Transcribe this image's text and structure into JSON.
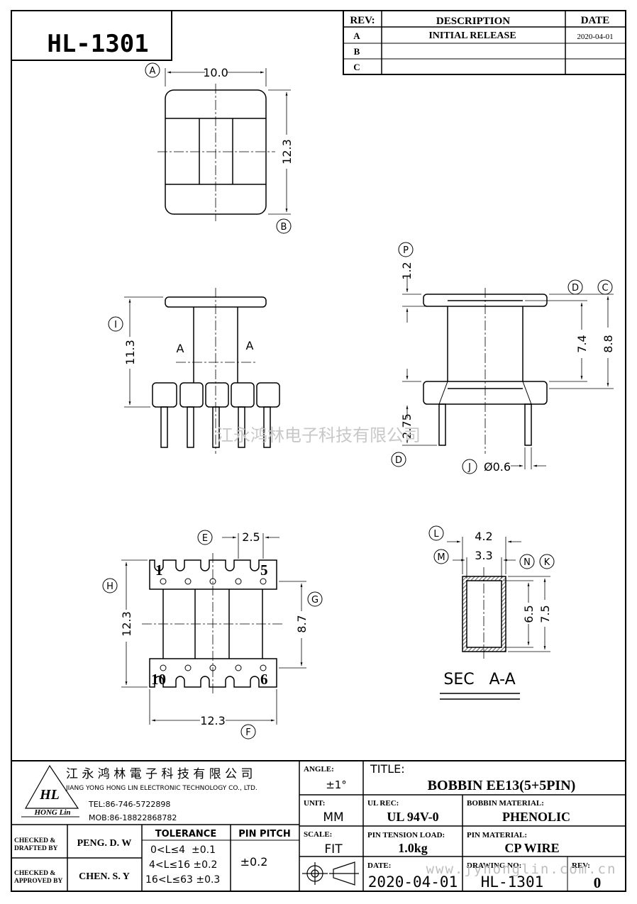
{
  "drawing": {
    "part_number": "HL-1301",
    "revision_table": {
      "headers": {
        "rev": "REV:",
        "description": "DESCRIPTION",
        "date": "DATE"
      },
      "rows": [
        {
          "rev": "A",
          "description": "INITIAL RELEASE",
          "date": "2020-04-01"
        },
        {
          "rev": "B",
          "description": "",
          "date": ""
        },
        {
          "rev": "C",
          "description": "",
          "date": ""
        }
      ]
    },
    "watermark": "江永鸿林电子科技有限公司",
    "views": {
      "top": {
        "width": "10.0",
        "height": "12.3",
        "callouts": [
          "A",
          "B"
        ]
      },
      "front": {
        "height": "11.3",
        "section_marks": [
          "A",
          "A"
        ],
        "callout": "I"
      },
      "side": {
        "flange": "1.2",
        "inner": "7.4",
        "overall": "8.8",
        "pin_len": "2.75",
        "pin_dia": "Ø0.6",
        "callouts": [
          "P",
          "D",
          "C",
          "D",
          "J"
        ]
      },
      "bottom": {
        "pitch": "2.5",
        "row_span": "8.7",
        "height": "12.3",
        "width": "12.3",
        "pins_top": [
          "1",
          "5"
        ],
        "pins_bottom": [
          "10",
          "6"
        ],
        "callouts": [
          "E",
          "H",
          "G",
          "F"
        ]
      },
      "section": {
        "outer_w": "4.2",
        "inner_w": "3.3",
        "inner_h": "6.5",
        "outer_h": "7.5",
        "callouts": [
          "L",
          "M",
          "N",
          "K"
        ],
        "label": "SEC   A-A"
      }
    }
  },
  "title_block": {
    "company_cn": "江 永 鸿 林 電 子 科 技 有 限 公 司",
    "company_en": "JIANG YONG HONG LIN ELECTRONIC TECHNOLOGY CO., LTD.",
    "logo_text": "HL",
    "logo_sub": "HONG Lin",
    "tel": "TEL:86-746-5722898",
    "mob": "MOB:86-18822868782",
    "angle_label": "ANGLE:",
    "angle_value": "±1°",
    "title_label": "TITLE:",
    "title_value": "BOBBIN EE13(5+5PIN)",
    "unit_label": "UNIT:",
    "unit_value": "MM",
    "ul_label": "UL REC:",
    "ul_value": "UL 94V-0",
    "material_label": "BOBBIN MATERIAL:",
    "material_value": "PHENOLIC",
    "checked_drafted_label": "CHECKED &\nDRAFTED BY",
    "checked_drafted_value": "PENG. D. W",
    "checked_approved_label": "CHECKED &\nAPPROVED BY",
    "checked_approved_value": "CHEN. S. Y",
    "tolerance_label": "TOLERANCE",
    "tolerance_rows": [
      "0<L≤4  ±0.1",
      "4<L≤16 ±0.2",
      "16<L≤63 ±0.3"
    ],
    "pin_pitch_label": "PIN PITCH",
    "pin_pitch_value": "±0.2",
    "scale_label": "SCALE:",
    "scale_value": "FIT",
    "tension_label": "PIN TENSION LOAD:",
    "tension_value": "1.0kg",
    "pin_material_label": "PIN MATERIAL:",
    "pin_material_value": "CP WIRE",
    "date_label": "DATE:",
    "date_value": "2020-04-01",
    "drawing_no_label": "DRAWING NO:",
    "drawing_no_value": "HL-1301",
    "rev_label": "REV:",
    "rev_value": "0",
    "website_watermark": "www.jyhonglin.com.cn"
  }
}
